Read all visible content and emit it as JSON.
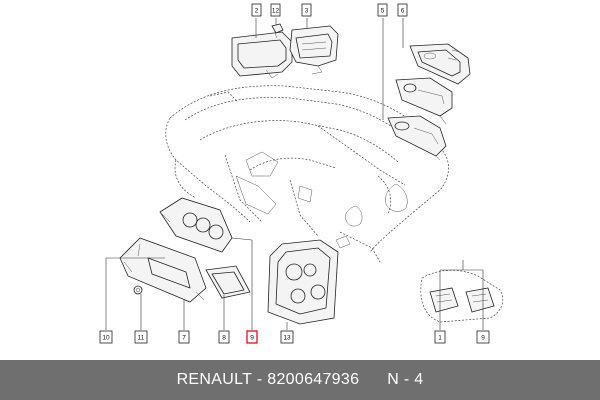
{
  "colors": {
    "footer_background": "#6f6f6f",
    "footer_text": "#ffffff",
    "highlight": "#e0202a"
  },
  "callouts": [
    "1",
    "2",
    "3",
    "5",
    "6",
    "7",
    "8",
    "9",
    "10",
    "11",
    "12",
    "13"
  ],
  "highlighted_callout": "9",
  "footer": {
    "brand": "RENAULT",
    "separator": " - ",
    "part_number": "8200647936",
    "section_code": "N - 4"
  }
}
